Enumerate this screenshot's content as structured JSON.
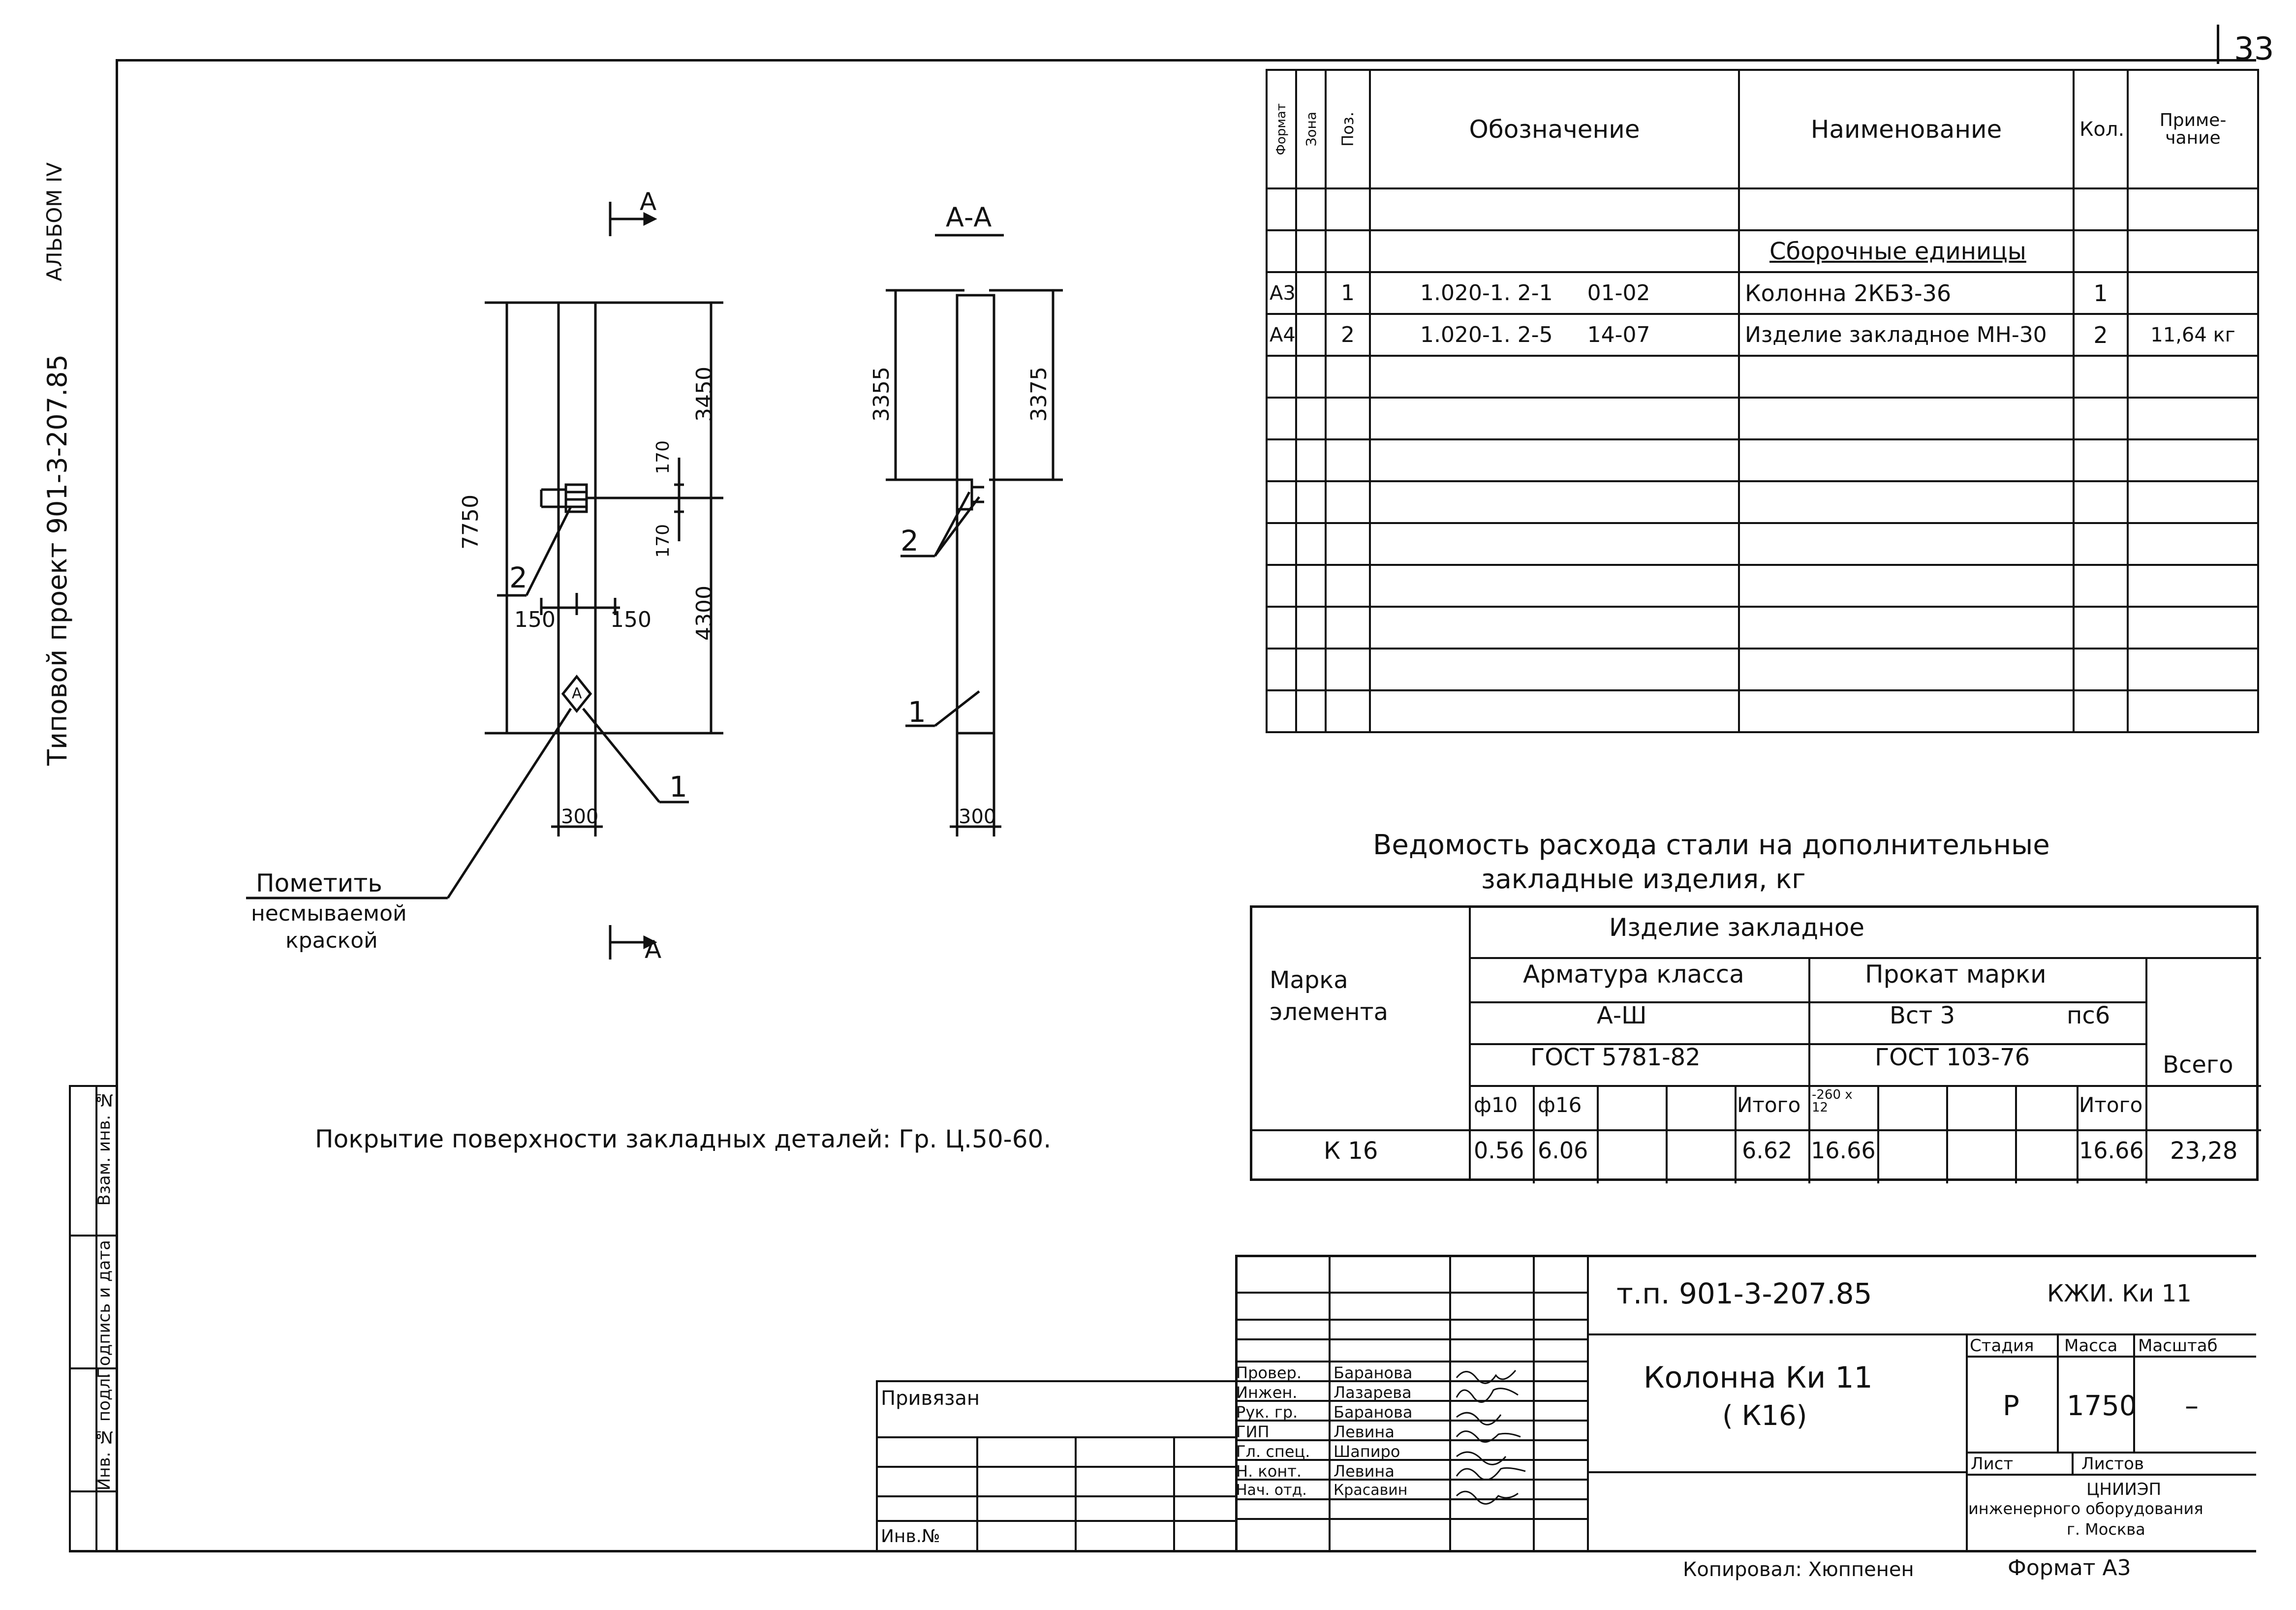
{
  "sheet": {
    "number": "33",
    "album_label": "АЛЬБОМ IV",
    "project_vertical": "Типовой проект 901-3-207.85"
  },
  "left_stamp": {
    "inv_no_podl": "Инв. № подл.",
    "podpis_data": "Подпись и дата",
    "vzam_inv": "Взам. инв. №"
  },
  "drawing": {
    "section_mark_top": "A",
    "section_mark_bottom": "A",
    "section_title": "А-А",
    "dim_total": "7750",
    "dim_upper": "3450",
    "dim_lower": "4300",
    "dim_170a": "170",
    "dim_170b": "170",
    "dim_150_left": "150",
    "dim_150_right": "150",
    "dim_300_front": "300",
    "dim_3355": "3355",
    "dim_3375": "3375",
    "dim_300_side": "300",
    "pos_1": "1",
    "pos_2": "2",
    "pos_1_side": "1",
    "pos_2_side": "2",
    "diamond_label": "A",
    "note_line1": "Пометить",
    "note_line2": "несмываемой",
    "note_line3": "краской",
    "coating_note": "Покрытие поверхности закладных деталей: Гр. Ц.50-60."
  },
  "spec_table": {
    "headers": {
      "format": "Формат",
      "zone": "Зона",
      "pos": "Поз.",
      "designation": "Обозначение",
      "name": "Наименование",
      "qty": "Кол.",
      "note": "Приме-чание"
    },
    "section_title": "Сборочные единицы",
    "rows": [
      {
        "format": "А3",
        "pos": "1",
        "designation": "1.020-1. 2-1     01-02",
        "name": "Колонна 2КБ3-36",
        "qty": "1",
        "note": ""
      },
      {
        "format": "А4",
        "pos": "2",
        "designation": "1.020-1. 2-5     14-07",
        "name": "Изделие закладное МН-30",
        "qty": "2",
        "note": "11,64 кг"
      }
    ]
  },
  "steel_table": {
    "title_line1": "Ведомость расхода стали на дополнительные",
    "title_line2": "закладные изделия, кг",
    "mark_header": "Марка элемента",
    "group_header": "Изделие закладное",
    "armatura": "Арматура класса",
    "prokat": "Прокат марки",
    "class_a3": "А-Ш",
    "vst3": "Вст 3",
    "ps6": "пс6",
    "gost_5781": "ГОСТ 5781-82",
    "gost_103": "ГОСТ 103-76",
    "total_header": "Всего",
    "d10": "ф10",
    "d16": "ф16",
    "itogo1": "Итого",
    "prokat_size": "-260 x 12",
    "itogo2": "Итого",
    "row": {
      "mark": "К 16",
      "d10": "0.56",
      "d16": "6.06",
      "itogo1": "6.62",
      "prokat": "16.66",
      "itogo2": "16.66",
      "total": "23,28"
    }
  },
  "title_block": {
    "doc_code": "т.п. 901-3-207.85",
    "sheet_code": "КЖИ. Ки 11",
    "privyazan": "Привязан",
    "inv_no": "Инв.№",
    "roles": [
      {
        "role": "Провер.",
        "name": "Баранова"
      },
      {
        "role": "Инжен.",
        "name": "Лазарева"
      },
      {
        "role": "Рук. гр.",
        "name": "Баранова"
      },
      {
        "role": "ГИП",
        "name": "Левина"
      },
      {
        "role": "Гл. спец.",
        "name": "Шапиро"
      },
      {
        "role": "Н. конт.",
        "name": "Левина"
      },
      {
        "role": "Нач. отд.",
        "name": "Красавин"
      }
    ],
    "object_title_line1": "Колонна Ки 11",
    "object_title_line2": "( К16)",
    "stage_label": "Стадия",
    "mass_label": "Масса",
    "scale_label": "Масштаб",
    "stage_value": "Р",
    "mass_value": "1750",
    "scale_value": "–",
    "list_label": "Лист",
    "lists_label": "Листов",
    "org_line1": "ЦНИИЭП",
    "org_line2": "инженерного оборудования",
    "org_line3": "г. Москва"
  },
  "footer": {
    "copied": "Копировал: Хюппенен",
    "format": "Формат А3"
  }
}
